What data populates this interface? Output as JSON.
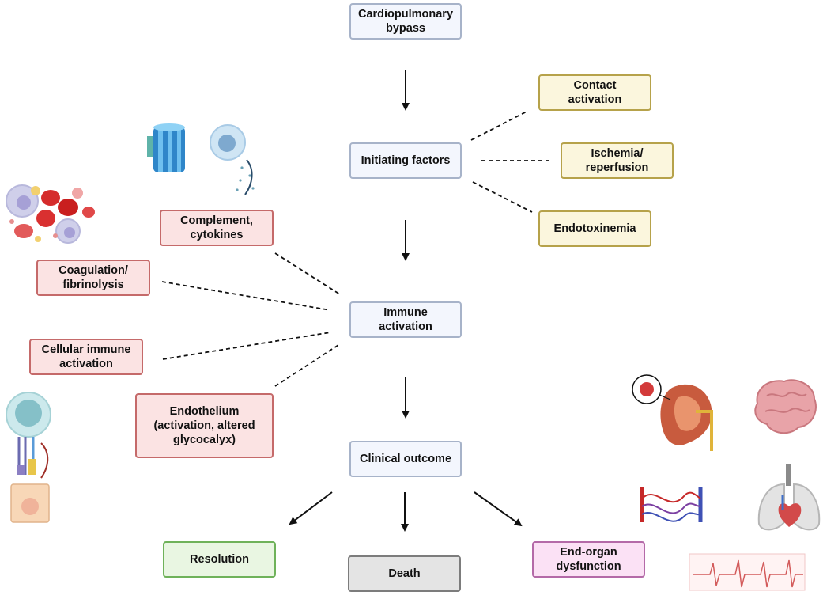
{
  "boxes": {
    "cpb": "Cardiopulmonary\nbypass",
    "initiating": "Initiating factors",
    "contact": "Contact\nactivation",
    "ischemia": "Ischemia/\nreperfusion",
    "endotox": "Endotoxinemia",
    "immune": "Immune\nactivation",
    "complement": "Complement,\ncytokines",
    "coag": "Coagulation/\nfibrinolysis",
    "cellular": "Cellular immune\nactivation",
    "endothelium": "Endothelium\n(activation, altered\nglycocalyx)",
    "clinical": "Clinical outcome",
    "resolution": "Resolution",
    "death": "Death",
    "endorgan": "End-organ\ndysfunction"
  },
  "colors": {
    "main_fill": "#f3f6fd",
    "main_border": "#a7b3c9",
    "factor_fill": "#fbf6dd",
    "factor_border": "#b6a24a",
    "immune_fill": "#fbe3e3",
    "immune_border": "#c56a6a",
    "resolution_fill": "#e9f6e2",
    "death_fill": "#e4e4e4",
    "endorgan_fill": "#fbe1f5"
  },
  "icons": [
    "membrane-channel-icon",
    "immune-cell-icon",
    "blood-cells-icon",
    "leukocyte-endothelium-icon",
    "kidney-icon",
    "brain-icon",
    "capillary-icon",
    "heart-lungs-icon",
    "ecg-icon"
  ]
}
